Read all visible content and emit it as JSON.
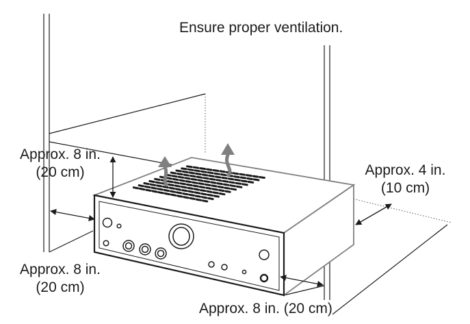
{
  "caption": "Ensure proper ventilation.",
  "clearances": {
    "top": {
      "line1": "Approx. 8 in.",
      "line2": "(20 cm)"
    },
    "left": {
      "line1": "Approx. 8 in.",
      "line2": "(20 cm)"
    },
    "right": {
      "line1": "Approx. 4 in.",
      "line2": "(10 cm)"
    },
    "front": {
      "text": "Approx. 8 in. (20 cm)"
    }
  },
  "colors": {
    "line": "#1a1a1a",
    "unit_outline": "#7f7f7f",
    "airflow_arrow": "#808080",
    "background": "#ffffff"
  },
  "icons": [
    "airflow-arrow-icon",
    "dimension-arrow-icon"
  ]
}
